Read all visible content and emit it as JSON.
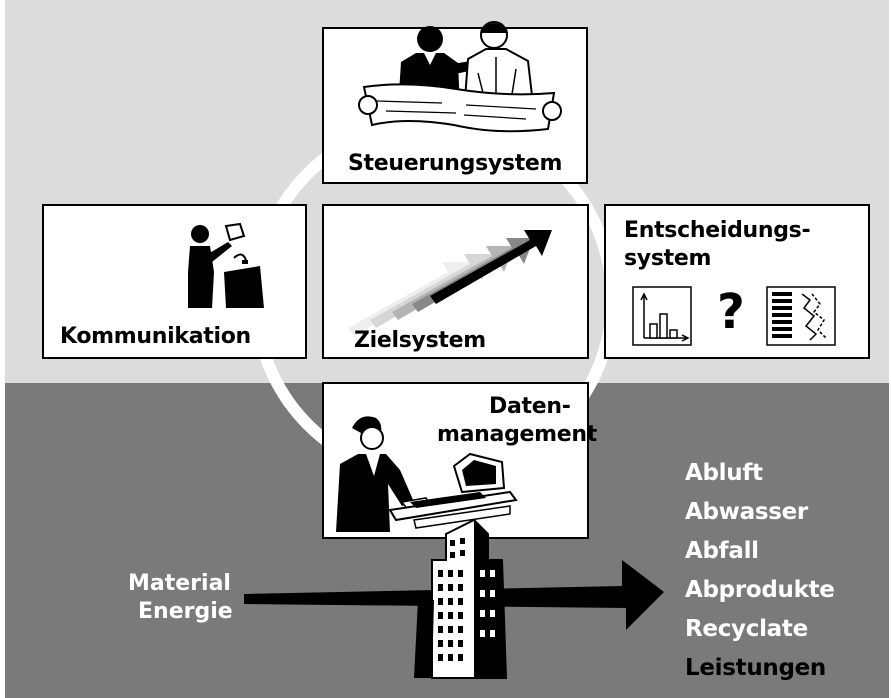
{
  "boxes": {
    "steuerung": "Steuerungsystem",
    "kommunikation": "Kommunikation",
    "ziel": "Zielsystem",
    "entscheidung_line1": "Entscheidungs-",
    "entscheidung_line2": "system",
    "entscheidung_symbol": "?",
    "daten_line1": "Daten-",
    "daten_line2": "management"
  },
  "inputs": {
    "line1": "Material",
    "line2": "Energie"
  },
  "outputs": [
    "Abluft",
    "Abwasser",
    "Abfall",
    "Abprodukte",
    "Recyclate",
    "Leistungen"
  ],
  "colors": {
    "upper_background": "#dcdcdc",
    "lower_background": "#7a7a7a",
    "ring": "#ffffff",
    "box_fill": "#ffffff",
    "outline": "#000000"
  },
  "icons": [
    "two-businessmen-with-plans-icon",
    "speaker-at-podium-icon",
    "target-arrows-icon",
    "bar-chart-icon",
    "question-mark-icon",
    "scatter-chart-icon",
    "person-at-computer-icon",
    "factory-building-icon",
    "flow-arrow-icon"
  ]
}
